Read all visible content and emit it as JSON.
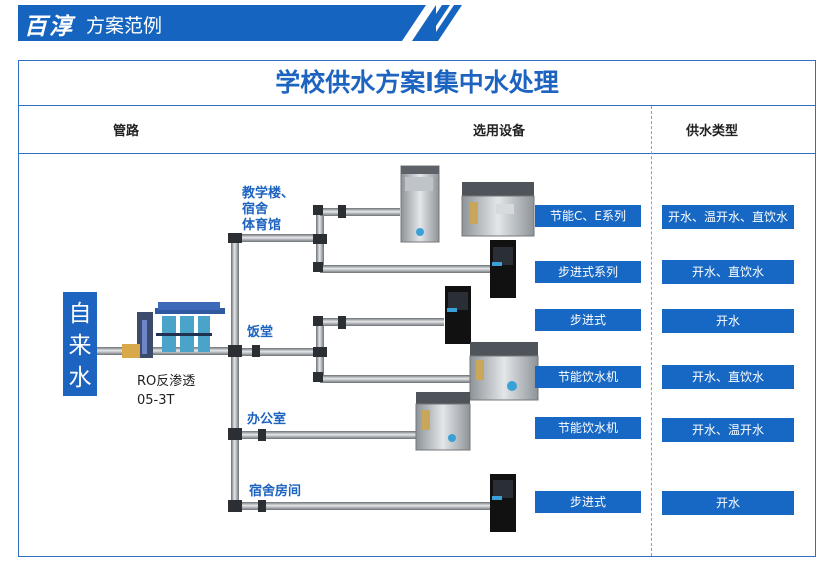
{
  "header": {
    "brand": "百淳",
    "title": "方案范例"
  },
  "diagram": {
    "title": "学校供水方案l集中水处理",
    "columns": [
      "管路",
      "选用设备",
      "供水类型"
    ],
    "source_label": "自来水",
    "ro_label_line1": "RO反渗透",
    "ro_label_line2": "05-3T",
    "branches": [
      {
        "line1": "教学楼、",
        "line2": "宿舍",
        "line3": "体育馆"
      },
      {
        "line1": "饭堂"
      },
      {
        "line1": "办公室"
      },
      {
        "line1": "宿舍房间"
      }
    ],
    "devices": [
      "节能C、E系列",
      "步进式系列",
      "步进式",
      "节能饮水机",
      "节能饮水机",
      "步进式"
    ],
    "supply_types": [
      "开水、温开水、直饮水",
      "开水、直饮水",
      "开水",
      "开水、直饮水",
      "开水、温开水",
      "开水"
    ]
  },
  "colors": {
    "brand_blue": "#1565c0",
    "label_blue": "#1768c4",
    "title_blue": "#1d63c0",
    "pipe_gray": "#9aa0a6"
  }
}
